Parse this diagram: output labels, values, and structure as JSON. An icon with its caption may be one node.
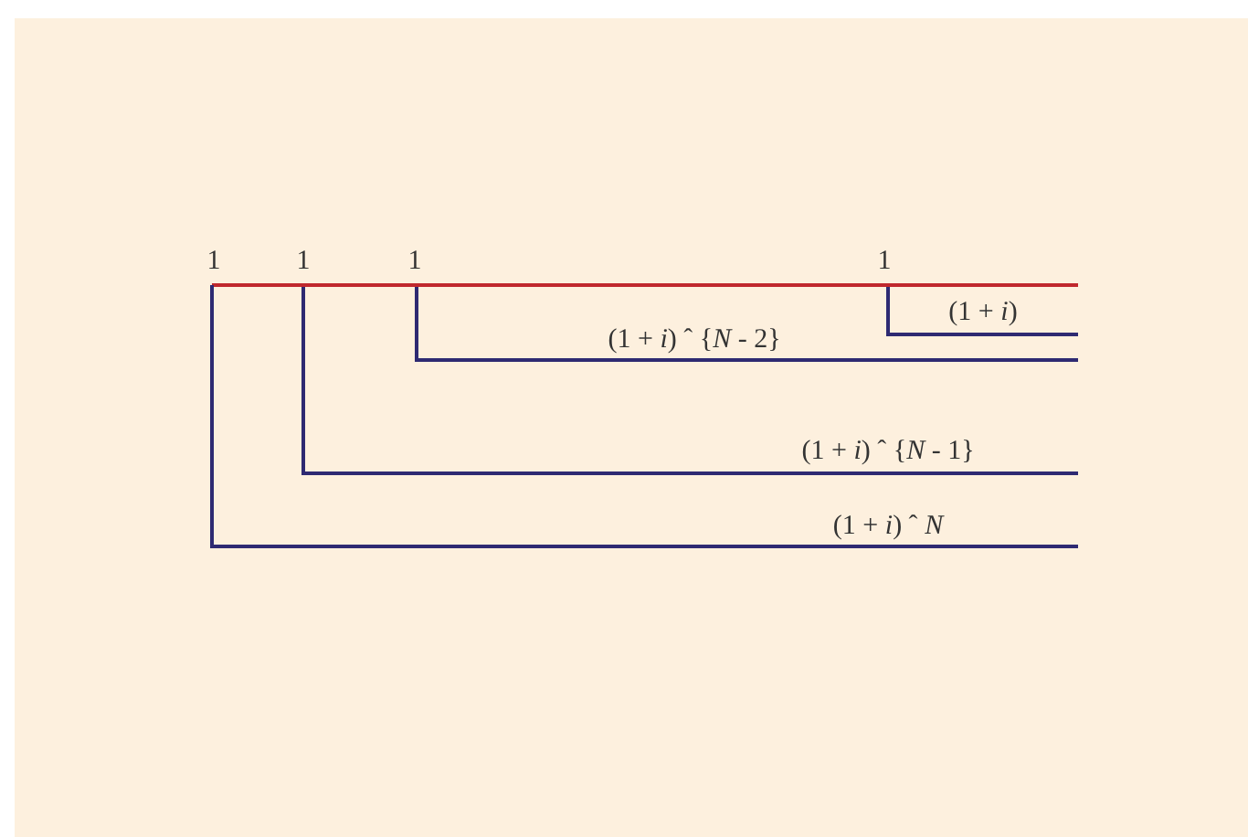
{
  "diagram": {
    "labels": [
      "1",
      "1",
      "1",
      "1",
      "(1 + *i*)",
      "(1 + *i*) ˆ {*N* - 2}",
      "(1 + *i*) ˆ {*N* - 1}",
      "(1 + *i*) ˆ *N*"
    ]
  }
}
